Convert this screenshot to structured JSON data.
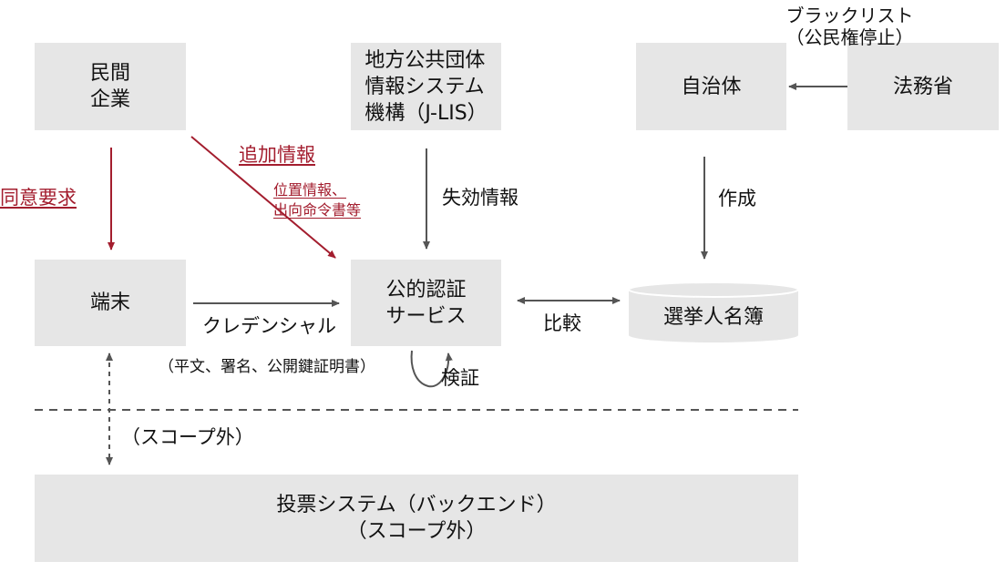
{
  "nodes": {
    "private_company": "民間\n企業",
    "jlis": "地方公共団体\n情報システム\n機構（J-LIS）",
    "municipality": "自治体",
    "ministry_of_justice": "法務省",
    "terminal": "端末",
    "public_auth_service": "公的認証\nサービス",
    "voter_register": "選挙人名簿",
    "voting_system": "投票システム（バックエンド）\n（スコープ外）"
  },
  "labels": {
    "blacklist": "ブラックリスト\n（公民権停止）",
    "consent_request": "同意要求",
    "additional_info": "追加情報",
    "additional_info_detail": "位置情報、\n出向命令書等",
    "revocation_info": "失効情報",
    "create": "作成",
    "credential": "クレデンシャル",
    "credential_detail": "（平文、署名、公開鍵証明書）",
    "compare": "比較",
    "verify": "検証",
    "out_of_scope": "（スコープ外）"
  },
  "colors": {
    "box_fill": "#e6e6e6",
    "red_accent": "#a31d2e",
    "arrow_gray": "#555555"
  }
}
